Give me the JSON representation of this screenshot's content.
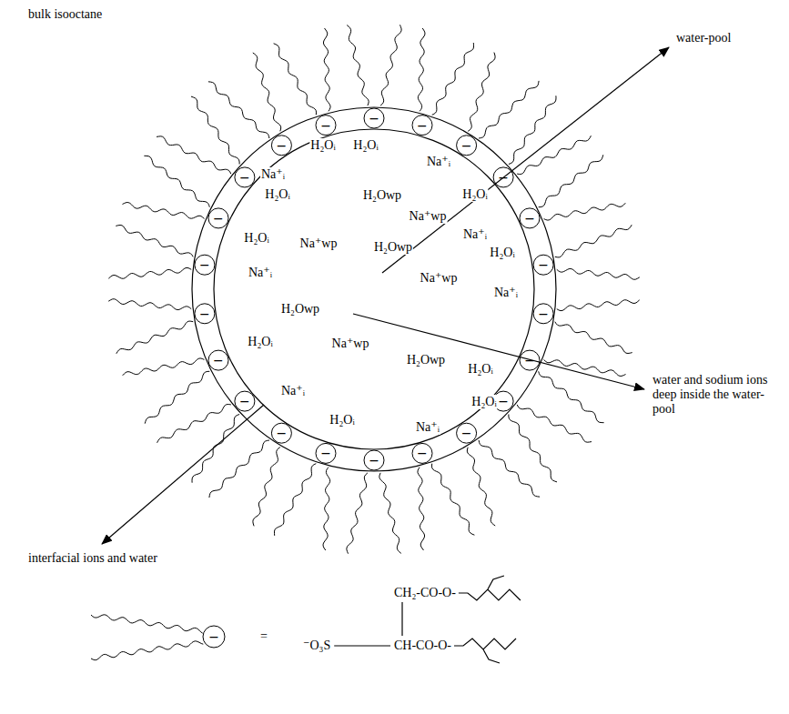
{
  "diagram": {
    "labels": [
      "bulk isooctane",
      "water-pool",
      "H₂Oᵢ",
      "H₂Oᵢ",
      "Na⁺ᵢ",
      "Na⁺ᵢ",
      "H₂Oᵢ",
      "H₂Owp",
      "H₂Oᵢ",
      "Na⁺wp",
      "Na⁺ᵢ",
      "H₂Oᵢ",
      "Na⁺wp",
      "H₂Owp",
      "H₂Oᵢ",
      "Na⁺ᵢ",
      "Na⁺wp",
      "Na⁺ᵢ",
      "H₂Owp",
      "Na⁺wp",
      "H₂Owp",
      "H₂Oᵢ",
      "H₂Oᵢ",
      "Na⁺ᵢ",
      "H₂Oᵢ",
      "H₂Oᵢ",
      "Na⁺ᵢ",
      "−",
      "−",
      "−",
      "−",
      "−",
      "−",
      "−",
      "−",
      "−",
      "−",
      "−",
      "−",
      "−",
      "−",
      "−",
      "−",
      "−",
      "−",
      "−",
      "−",
      "−",
      "−",
      "water and sodium ions deep inside the water-pool",
      "interfacial ions and water",
      "−",
      "=",
      "CH₂-CO-O-",
      "⁻O₃S",
      "CH-CO-O-"
    ]
  }
}
